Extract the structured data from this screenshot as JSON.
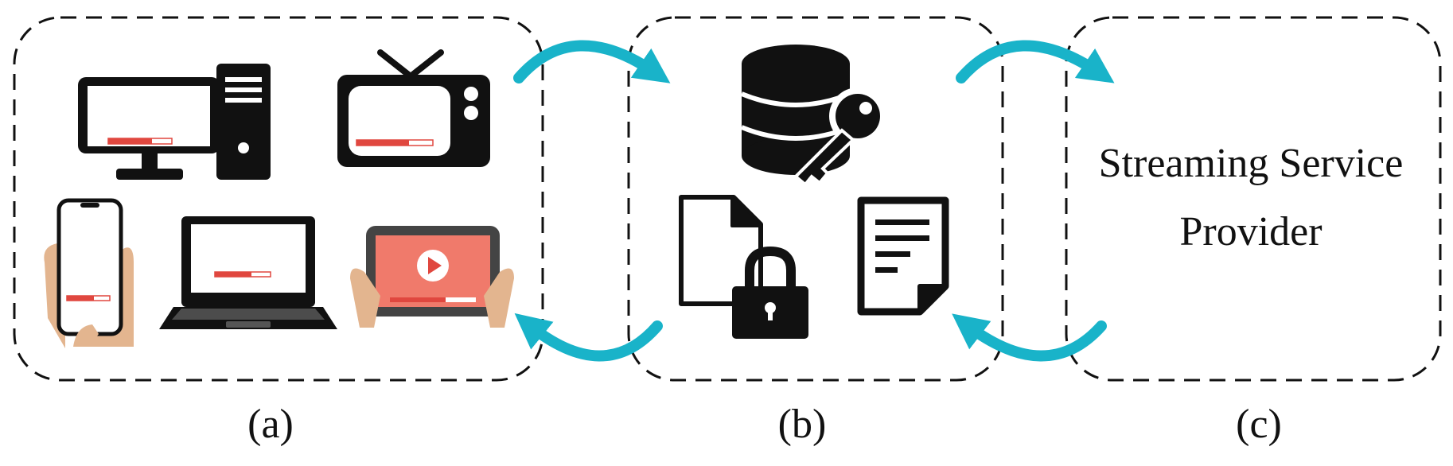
{
  "panels": {
    "a": {
      "caption": "(a)"
    },
    "b": {
      "caption": "(b)"
    },
    "c": {
      "caption": "(c)",
      "text_line1": "Streaming Service",
      "text_line2": "Provider"
    }
  },
  "icons": {
    "panel_a": [
      "desktop-computer-icon",
      "television-icon",
      "smartphone-icon",
      "laptop-icon",
      "tablet-icon"
    ],
    "panel_b": [
      "database-key-icon",
      "locked-file-icon",
      "document-icon"
    ]
  },
  "colors": {
    "arrow": "#19b3c9",
    "icon_fill": "#111111",
    "screen": "#ffffff",
    "progress": "#e0473f",
    "tablet_screen": "#f07a6b",
    "hand": "#e3b58f",
    "dash_border": "#111111"
  }
}
